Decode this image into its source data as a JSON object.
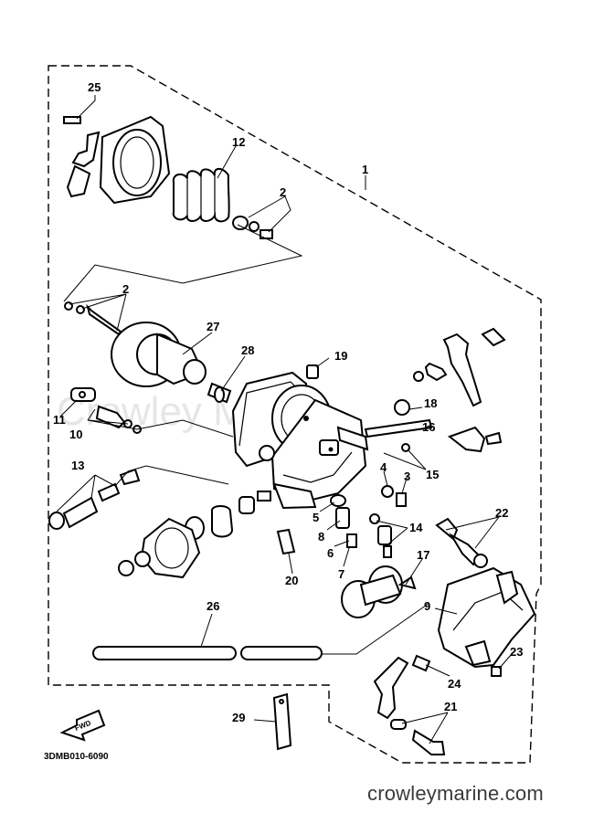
{
  "watermark": "Crowley Marine",
  "diagram_code": "3DMB010-6090",
  "site_label": "crowleymarine.com",
  "fwd_label": "FWD",
  "callouts": {
    "c1": "1",
    "c2a": "2",
    "c2b": "2",
    "c3": "3",
    "c4": "4",
    "c5": "5",
    "c6": "6",
    "c7": "7",
    "c8": "8",
    "c9": "9",
    "c10": "10",
    "c11": "11",
    "c12": "12",
    "c13": "13",
    "c14": "14",
    "c15": "15",
    "c16": "16",
    "c17": "17",
    "c18": "18",
    "c19": "19",
    "c20": "20",
    "c21": "21",
    "c22": "22",
    "c23": "23",
    "c24": "24",
    "c25": "25",
    "c26": "26",
    "c27": "27",
    "c28": "28",
    "c29": "29"
  }
}
